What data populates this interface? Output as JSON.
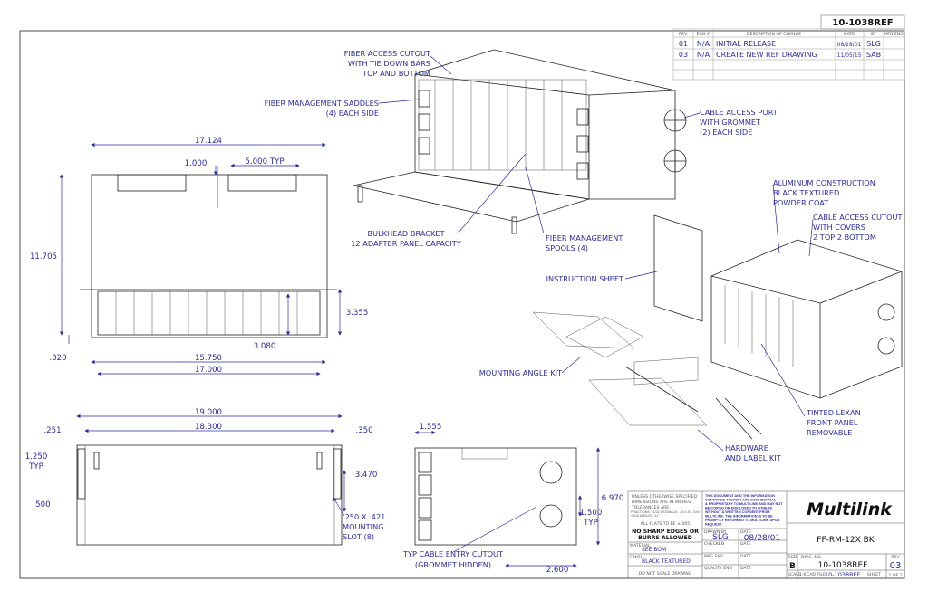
{
  "drawing_number_box": "10-1038REF",
  "revision_table": {
    "headers": [
      "REV.",
      "ECN #",
      "DESCRIPTION OF CHANGE",
      "DATE",
      "BY",
      "MFG ENG"
    ],
    "rows": [
      {
        "rev": "01",
        "ecn": "N/A",
        "description": "INITIAL RELEASE",
        "date": "08/28/01",
        "by": "SLG"
      },
      {
        "rev": "03",
        "ecn": "N/A",
        "description": "CREATE NEW REF DRAWING",
        "date": "11/05/15",
        "by": "SAB"
      }
    ]
  },
  "annotations": {
    "fiber_access": [
      "FIBER ACCESS CUTOUT",
      "WITH TIE DOWN BARS",
      "TOP AND BOTTOM"
    ],
    "saddles": [
      "FIBER MANAGEMENT SADDLES",
      "(4) EACH SIDE"
    ],
    "cable_port": [
      "CABLE ACCESS PORT",
      "WITH GROMMET",
      "(2) EACH SIDE"
    ],
    "bulkhead": [
      "BULKHEAD BRACKET",
      "12 ADAPTER PANEL CAPACITY"
    ],
    "spools": [
      "FIBER MANAGEMENT",
      "SPOOLS (4)"
    ],
    "aluminum": [
      "ALUMINUM CONSTRUCTION",
      "BLACK TEXTURED",
      "POWDER COAT"
    ],
    "cable_cutout": [
      "CABLE ACCESS CUTOUT",
      "WITH COVERS",
      "2 TOP 2 BOTTOM"
    ],
    "instruction": "INSTRUCTION SHEET",
    "mounting_kit": "MOUNTING ANGLE KIT",
    "lexan": [
      "TINTED LEXAN",
      "FRONT PANEL",
      "REMOVABLE"
    ],
    "hardware": [
      "HARDWARE",
      "AND LABEL KIT"
    ],
    "entry_cutout": [
      "TYP CABLE ENTRY CUTOUT",
      "(GROMMET HIDDEN)"
    ],
    "slot": [
      ".250 X .421",
      "MOUNTING",
      "SLOT (8)"
    ]
  },
  "dimensions": {
    "w17124": "17.124",
    "d1000": "1.000",
    "d5000": "5.000 TYP",
    "h11705": "11.705",
    "d3355": "3.355",
    "d3080": "3.080",
    "d320": ".320",
    "w15750": "15.750",
    "w17000": "17.000",
    "w19000": "19.000",
    "w18300": "18.300",
    "d251": ".251",
    "d350": ".350",
    "d1250": [
      "1.250",
      "TYP"
    ],
    "d500": ".500",
    "d3470": "3.470",
    "d1555": "1.555",
    "d6970": "6.970",
    "d1500": [
      "1.500",
      "TYP"
    ],
    "d2600": "2.600"
  },
  "title_block": {
    "tolerances": [
      "UNLESS OTHERWISE SPECIFIED",
      "DIMENSIONS ARE IN INCHES",
      "TOLERANCES ARE:",
      "FRACTIONS: ±1/32   DECIMALS: .XX ±.03  .XXX ±.010   ANGLES: ±1°",
      "ALL FLATS TO BE ±.005"
    ],
    "no_sharp": [
      "NO SHARP EDGES OR",
      "BURRS ALLOWED"
    ],
    "material_label": "MATERIAL",
    "material": "SEE BOM",
    "finish_label": "FINISH",
    "finish": "BLACK TEXTURED",
    "do_not_scale": "DO NOT SCALE DRAWING",
    "confidential": [
      "THIS DOCUMENT AND THE INFORMATION",
      "CONTAINED THEREIN ARE CONFIDENTIAL",
      "& PROPRIETARY TO MULTILINK AND MAY NOT",
      "BE COPIED OR DISCLOSED TO OTHERS",
      "WITHOUT A WRITTEN CONSENT FROM",
      "MULTILINK. THE INFORMATION IS TO BE",
      "PROMPTLY RETURNED TO MULTILINK UPON",
      "REQUEST."
    ],
    "drawn_by_label": "DRAWN BY",
    "drawn_by": "SLG",
    "date_label": "DATE",
    "drawn_date": "08/28/01",
    "checked_label": "CHECKED",
    "mfg_eng_label": "MFG ENG",
    "quality_label": "QUALITY ENG",
    "logo": "Multilink",
    "part_number": "FF-RM-12X BK",
    "size_label": "SIZE",
    "size": "B",
    "dwg_no_label": "DWG. NO.",
    "dwg_no": "10-1038REF",
    "rev_label": "REV",
    "rev": "03",
    "scale_label": "SCALE",
    "scale": "1:6",
    "cad_file_label": "CAD FILE",
    "cad_file": "10-1038REF",
    "sheet_label": "SHEET",
    "sheet": "1 OF 1"
  }
}
